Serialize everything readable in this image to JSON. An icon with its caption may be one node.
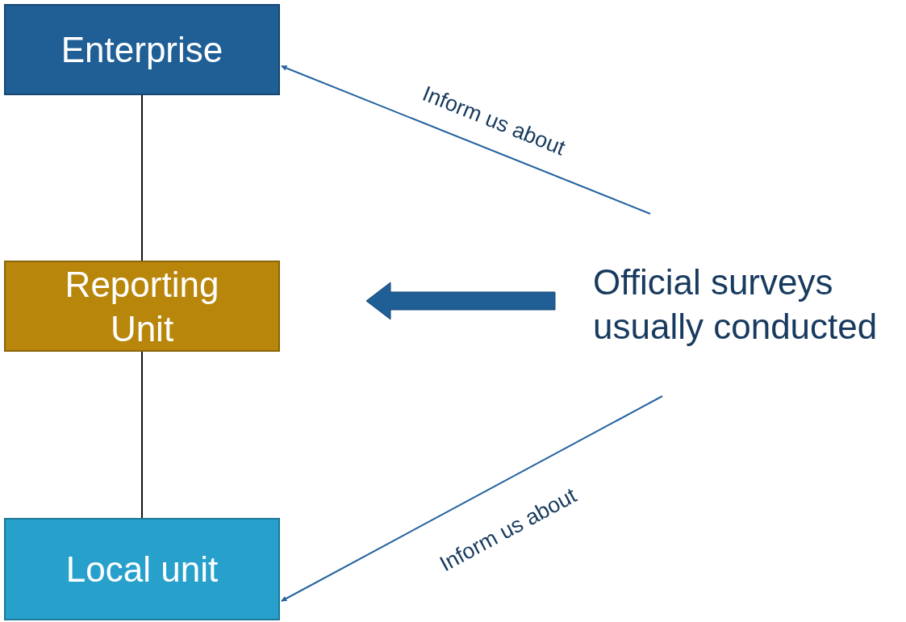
{
  "diagram": {
    "nodes": [
      {
        "text": [
          "Enterprise"
        ]
      },
      {
        "text": [
          "Reporting Unit"
        ]
      },
      {
        "text": [
          "Local unit"
        ]
      },
      {
        "text": [
          "Official surveys usually conducted"
        ]
      }
    ],
    "edges": [
      {
        "from": 0,
        "to": 1,
        "arrow": "none"
      },
      {
        "from": 1,
        "to": 2,
        "arrow": "none"
      },
      {
        "from": 3,
        "to": 0,
        "arrow": "to",
        "label": "Inform us about",
        "color": "#2563a0"
      },
      {
        "from": 3,
        "to": 1,
        "arrow": "to",
        "style": "thick",
        "color": "#1f5f96"
      },
      {
        "from": 3,
        "to": 2,
        "arrow": "to",
        "label": "Inform us about",
        "color": "#2563a0"
      }
    ]
  }
}
